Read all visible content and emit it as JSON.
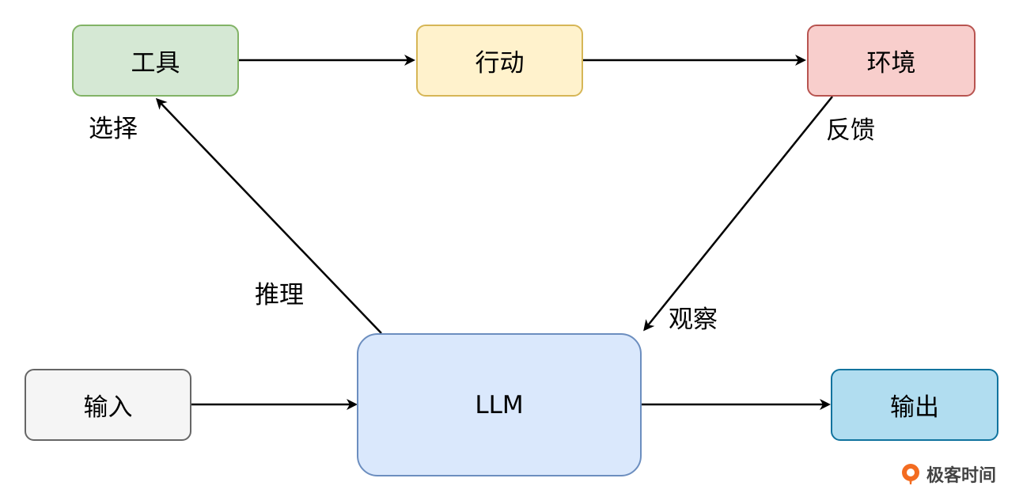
{
  "nodes": {
    "tools": {
      "label": "工具",
      "fill": "#d5e8d4",
      "stroke": "#82b366"
    },
    "action": {
      "label": "行动",
      "fill": "#fff2cc",
      "stroke": "#d6b656"
    },
    "environment": {
      "label": "环境",
      "fill": "#f8cecc",
      "stroke": "#b85450"
    },
    "input": {
      "label": "输入",
      "fill": "#f5f5f5",
      "stroke": "#666666"
    },
    "llm": {
      "label": "LLM",
      "fill": "#dae8fc",
      "stroke": "#6c8ebf"
    },
    "output": {
      "label": "输出",
      "fill": "#b1ddf0",
      "stroke": "#10739e"
    }
  },
  "edge_labels": {
    "select": "选择",
    "feedback": "反馈",
    "reasoning": "推理",
    "observe": "观察"
  },
  "watermark": {
    "text": "极客时间",
    "logo_icon": "geektime-logo-icon",
    "logo_color": "#f36c21"
  }
}
